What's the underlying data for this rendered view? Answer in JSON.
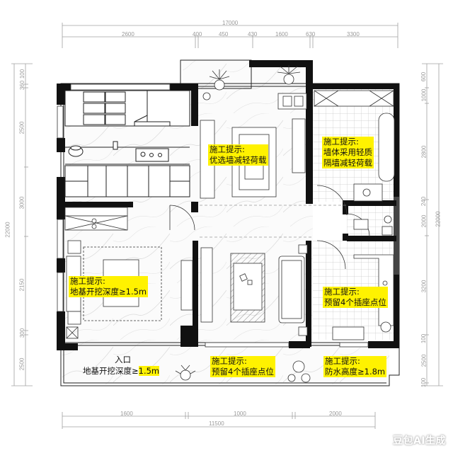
{
  "drawing": {
    "type": "residential floor plan",
    "watermark": "豆包AI生成"
  },
  "dimensions": {
    "top_total": "17000",
    "top_segments": [
      "2600",
      "400",
      "450",
      "430",
      "1600",
      "630",
      "3300"
    ],
    "bottom_segments": [
      "1600",
      "1000",
      "2000"
    ],
    "bottom_total": "11500",
    "left_total": "22000",
    "left_segments": [
      "100",
      "360",
      "2500",
      "3000",
      "2150",
      "300",
      "2500"
    ],
    "right_total": "22000",
    "right_segments": [
      "600",
      "1000",
      "2800",
      "240",
      "2000",
      "3200",
      "100",
      "2500",
      "100"
    ]
  },
  "notes": [
    {
      "title": "施工提示:",
      "text": "优选墙减轻荷载"
    },
    {
      "title": "施工提示:",
      "text": "墙体采用轻质",
      "text2": "隔墙减轻荷载"
    },
    {
      "title": "施工提示:",
      "text": "地基开挖深度≥1.5m"
    },
    {
      "title": "施工提示:",
      "text": "预留4个插座点位"
    },
    {
      "title": "施工提示:",
      "text": "预留4个插座点位"
    },
    {
      "title": "施工提示:",
      "text": "防水高度≥1.8m"
    }
  ],
  "labels": {
    "entrance": "入口",
    "entrance_note": "地基开挖深度≥1.5m",
    "entrance_note_prefix": "地基开挖深度≥",
    "entrance_note_value": "1.5m"
  },
  "colors": {
    "wall": "#111111",
    "note_highlight": "#fff200",
    "dimension_line": "#9a9a9a",
    "tile_grid": "#c8c8c8"
  }
}
